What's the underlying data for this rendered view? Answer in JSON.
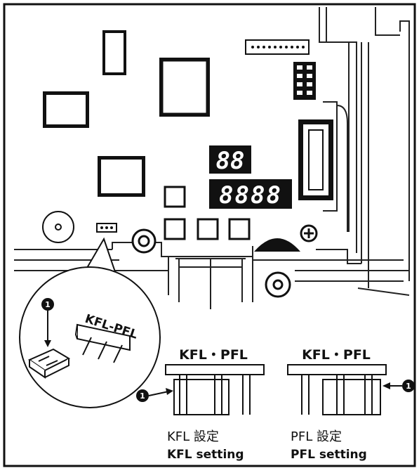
{
  "callout_number": "1",
  "header_label": "KFL-PFL",
  "kfl": {
    "header": "KFL・PFL",
    "setting_jp": "KFL 設定",
    "setting_en": "KFL setting"
  },
  "pfl": {
    "header": "KFL・PFL",
    "setting_jp": "PFL 設定",
    "setting_en": "PFL setting"
  },
  "display_small": "88",
  "display_large": "8888"
}
